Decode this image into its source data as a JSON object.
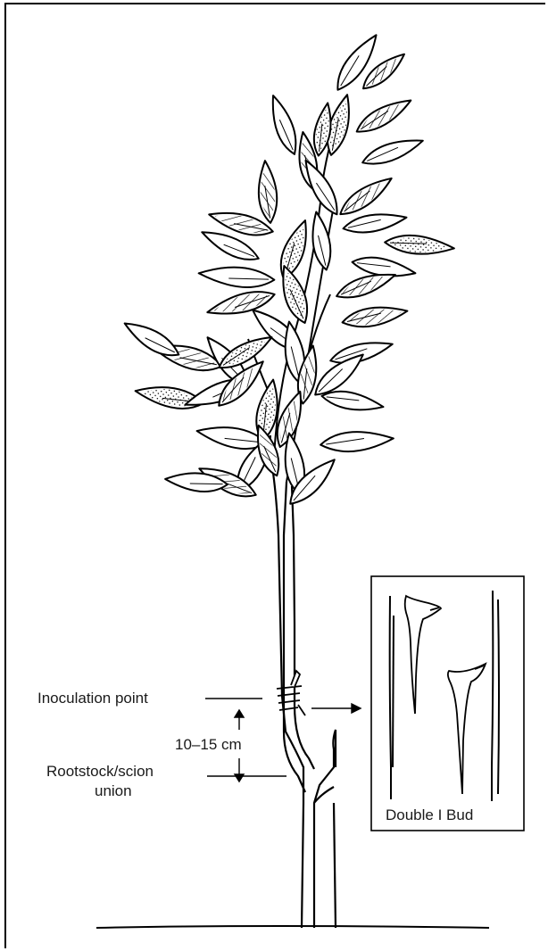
{
  "figure": {
    "labels": {
      "inoculation_point": "Inoculation point",
      "distance": "10–15 cm",
      "union_line1": "Rootstock/scion",
      "union_line2": "union",
      "inset_caption": "Double I Bud"
    }
  }
}
